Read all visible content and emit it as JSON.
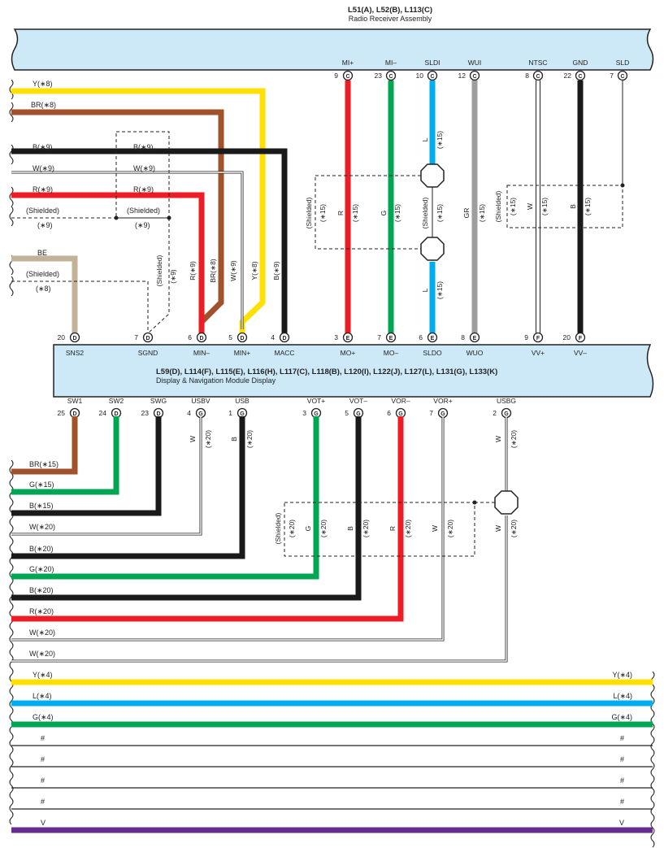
{
  "top_connector": {
    "codes": "L51(A), L52(B), L113(C)",
    "name": "Radio Receiver Assembly",
    "pins": [
      {
        "num": "9",
        "letter": "C",
        "label": "MI+"
      },
      {
        "num": "23",
        "letter": "C",
        "label": "MI–"
      },
      {
        "num": "10",
        "letter": "C",
        "label": "SLDI"
      },
      {
        "num": "12",
        "letter": "C",
        "label": "WUI"
      },
      {
        "num": "8",
        "letter": "C",
        "label": "NTSC"
      },
      {
        "num": "22",
        "letter": "C",
        "label": "GND"
      },
      {
        "num": "7",
        "letter": "C",
        "label": "SLD"
      }
    ]
  },
  "middle_connector": {
    "codes": "L59(D), L114(F), L115(E), L116(H), L117(C), L118(B), L120(I), L122(J), L127(L), L131(G), L133(K)",
    "name": "Display & Navigation Module Display",
    "top_pins": [
      {
        "num": "20",
        "letter": "D",
        "label": "SNS2"
      },
      {
        "num": "7",
        "letter": "D",
        "label": "SGND"
      },
      {
        "num": "6",
        "letter": "D",
        "label": "MIN–"
      },
      {
        "num": "5",
        "letter": "D",
        "label": "MIN+"
      },
      {
        "num": "4",
        "letter": "D",
        "label": "MACC"
      },
      {
        "num": "3",
        "letter": "E",
        "label": "MO+"
      },
      {
        "num": "7",
        "letter": "E",
        "label": "MO–"
      },
      {
        "num": "6",
        "letter": "E",
        "label": "SLDO"
      },
      {
        "num": "8",
        "letter": "E",
        "label": "WUO"
      },
      {
        "num": "9",
        "letter": "F",
        "label": "VV+"
      },
      {
        "num": "20",
        "letter": "F",
        "label": "VV–"
      }
    ],
    "bottom_pins": [
      {
        "num": "25",
        "letter": "D",
        "label": "SW1"
      },
      {
        "num": "24",
        "letter": "D",
        "label": "SW2"
      },
      {
        "num": "23",
        "letter": "D",
        "label": "SWG"
      },
      {
        "num": "4",
        "letter": "G",
        "label": "USBV"
      },
      {
        "num": "1",
        "letter": "G",
        "label": "USB"
      },
      {
        "num": "3",
        "letter": "G",
        "label": "VOT+"
      },
      {
        "num": "5",
        "letter": "G",
        "label": "VOT–"
      },
      {
        "num": "6",
        "letter": "G",
        "label": "VOR–"
      },
      {
        "num": "7",
        "letter": "G",
        "label": "VOR+"
      },
      {
        "num": "2",
        "letter": "G",
        "label": "USBG"
      }
    ]
  },
  "colors": {
    "yellow": "#ffe000",
    "brown": "#a0522d",
    "black": "#1a1a1a",
    "red": "#ee1c25",
    "green": "#00a651",
    "blue": "#00aeef",
    "gray": "#9e9e9e",
    "tan": "#c2b29a",
    "violet": "#662d91",
    "connector": "#cde9f7"
  },
  "left_top_wires": [
    {
      "label": "Y(∗8)"
    },
    {
      "label": "BR(∗8)"
    },
    {
      "label": "B(∗9)",
      "label2": "B(∗9)"
    },
    {
      "label": "W(∗9)",
      "label2": "W(∗9)"
    },
    {
      "label": "R(∗9)",
      "label2": "R(∗9)"
    },
    {
      "label": "(Shielded)",
      "label2": "(Shielded)",
      "sub": "(∗9)",
      "sub2": "(∗9)"
    },
    {
      "label": "BE"
    },
    {
      "label": "(Shielded)",
      "sub": "(∗8)"
    }
  ],
  "vertical_labels_upper_left": [
    {
      "text": "(Shielded)",
      "sub": "(∗9)"
    },
    {
      "text": "R(∗9)"
    },
    {
      "text": "BR(∗8)"
    },
    {
      "text": "W(∗9)"
    },
    {
      "text": "Y(∗8)"
    },
    {
      "text": "B(∗9)"
    }
  ],
  "vertical_labels_upper_right": [
    {
      "text": "(Shielded)",
      "sub": "(∗15)"
    },
    {
      "text": "R",
      "sub": "(∗15)"
    },
    {
      "text": "G",
      "sub": "(∗15)"
    },
    {
      "text": "L",
      "sub": "(∗15)"
    },
    {
      "text": "(Shielded)",
      "sub": "(∗15)"
    },
    {
      "text": "L",
      "sub": "(∗15)"
    },
    {
      "text": "GR",
      "sub": "(∗15)"
    },
    {
      "text": "(Shielded)",
      "sub": "(∗15)"
    },
    {
      "text": "W",
      "sub": "(∗15)"
    },
    {
      "text": "B",
      "sub": "(∗15)"
    }
  ],
  "vertical_labels_lower": [
    {
      "text": "W",
      "sub": "(∗20)"
    },
    {
      "text": "B",
      "sub": "(∗20)"
    },
    {
      "text": "(Shielded)",
      "sub": "(∗20)"
    },
    {
      "text": "G",
      "sub": "(∗20)"
    },
    {
      "text": "B",
      "sub": "(∗20)"
    },
    {
      "text": "R",
      "sub": "(∗20)"
    },
    {
      "text": "W",
      "sub": "(∗20)"
    },
    {
      "text": "W",
      "sub": "(∗20)"
    }
  ],
  "left_bottom_wires": [
    {
      "label": "BR(∗15)"
    },
    {
      "label": "G(∗15)"
    },
    {
      "label": "B(∗15)"
    },
    {
      "label": "W(∗20)"
    },
    {
      "label": "B(∗20)"
    },
    {
      "label": "G(∗20)"
    },
    {
      "label": "B(∗20)"
    },
    {
      "label": "R(∗20)"
    },
    {
      "label": "W(∗20)"
    },
    {
      "label": "W(∗20)"
    }
  ],
  "through_wires": [
    {
      "label_left": "Y(∗4)",
      "label_right": "Y(∗4)"
    },
    {
      "label_left": "L(∗4)",
      "label_right": "L(∗4)"
    },
    {
      "label_left": "G(∗4)",
      "label_right": "G(∗4)"
    },
    {
      "label_left": "#",
      "label_right": "#"
    },
    {
      "label_left": "#",
      "label_right": "#"
    },
    {
      "label_left": "#",
      "label_right": "#"
    },
    {
      "label_left": "#",
      "label_right": "#"
    },
    {
      "label_left": "V",
      "label_right": "V"
    }
  ]
}
